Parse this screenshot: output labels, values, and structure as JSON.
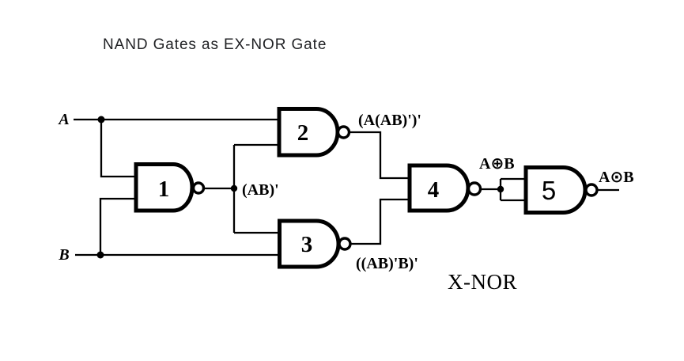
{
  "page": {
    "title": "NAND Gates as EX-NOR Gate"
  },
  "diagram": {
    "caption": "X-NOR",
    "inputs": {
      "a": "A",
      "b": "B"
    },
    "gates": [
      {
        "number": "1"
      },
      {
        "number": "2"
      },
      {
        "number": "3"
      },
      {
        "number": "4"
      },
      {
        "number": "5"
      }
    ],
    "labels": {
      "gate1_output": "(AB)'",
      "gate2_output": "(A(AB)')'",
      "gate3_output": "((AB)'B)'",
      "gate4_output": "A⊕B",
      "gate5_output": "A⊙B"
    },
    "colors": {
      "ink": "#000000",
      "title_text": "#202124",
      "background": "#ffffff"
    }
  }
}
